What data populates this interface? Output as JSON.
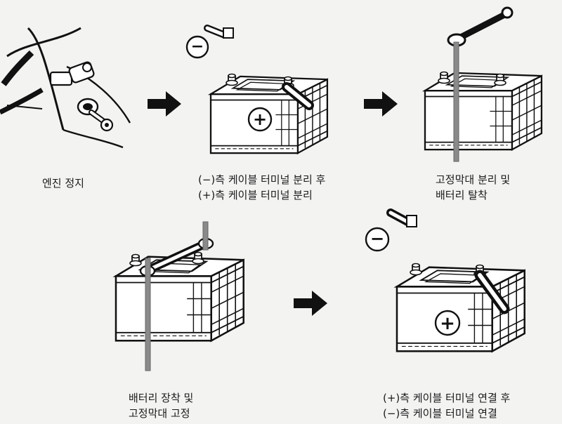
{
  "steps": [
    {
      "id": "engine-stop",
      "lines": [
        "엔진 정지"
      ]
    },
    {
      "id": "disconnect-cables",
      "lines": [
        "(−)측 케이블 터미널 분리 후",
        "(+)측 케이블 터미널 분리"
      ]
    },
    {
      "id": "remove-battery",
      "lines": [
        "고정막대 분리 및",
        "배터리 탈착"
      ]
    },
    {
      "id": "install-battery",
      "lines": [
        "배터리 장착 및",
        "고정막대 고정"
      ]
    },
    {
      "id": "connect-cables",
      "lines": [
        "(+)측 케이블 터미널 연결 후",
        "(−)측 케이블 터미널 연결"
      ]
    }
  ],
  "symbols": {
    "negative": "−",
    "positive": "+"
  },
  "colors": {
    "ink": "#111111",
    "rod": "#8a8a8a",
    "background": "#f3f3f2"
  }
}
